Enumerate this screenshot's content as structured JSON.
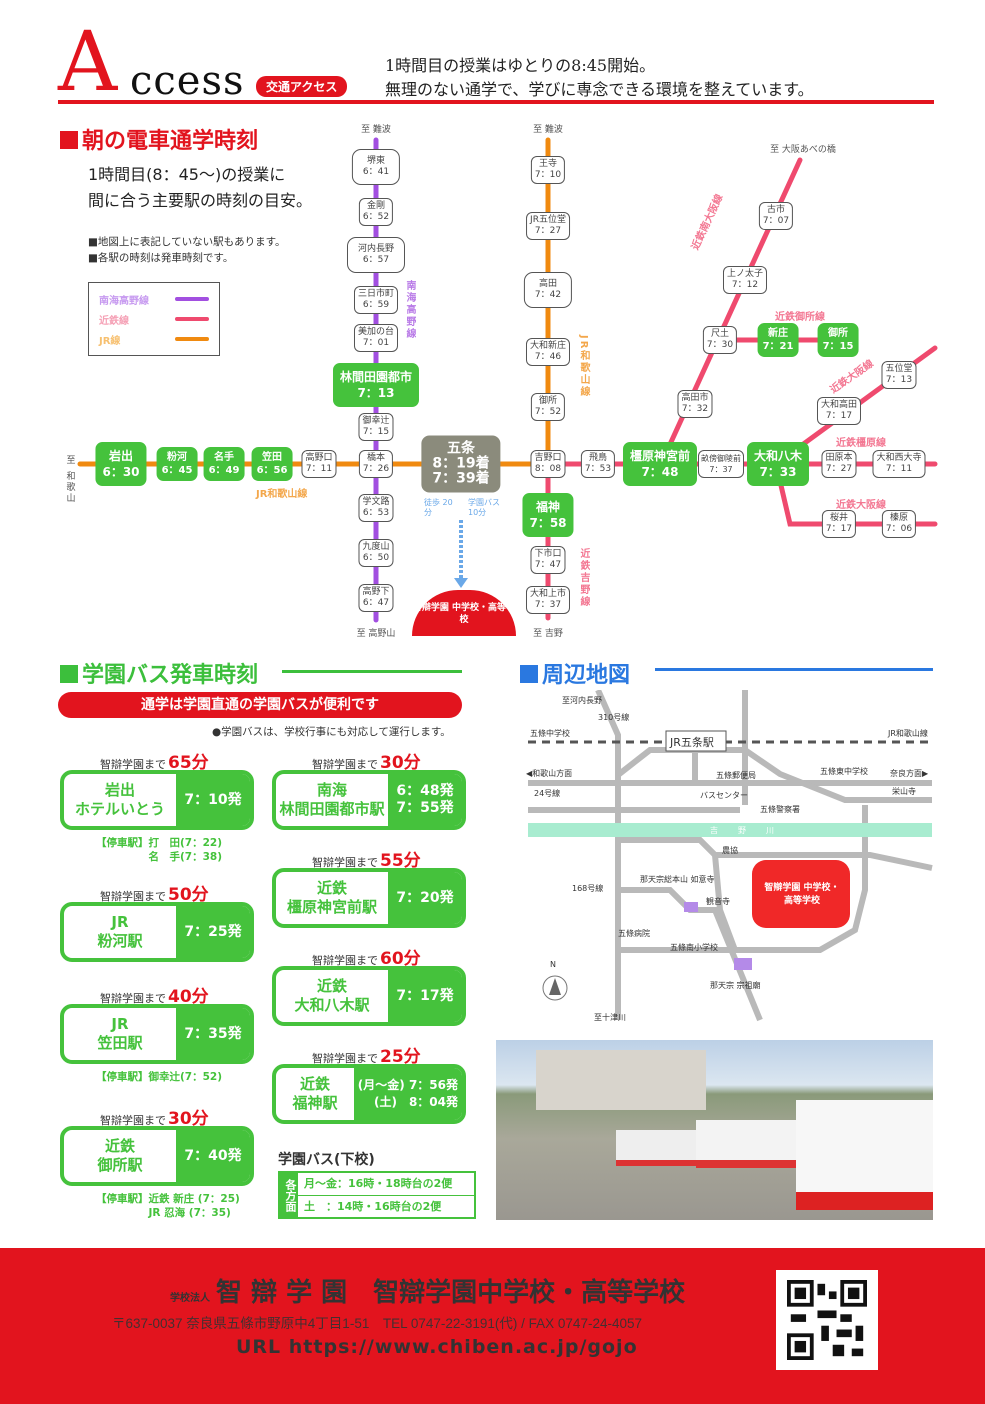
{
  "header": {
    "title_initial": "A",
    "title_rest": "ccess",
    "badge": "交通アクセス",
    "intro_line1": "1時間目の授業はゆとりの8:45開始。",
    "intro_line2": "無理のない通学で、学びに専念できる環境を整えています。"
  },
  "train": {
    "title": "朝の電車通学時刻",
    "desc_line1": "1時間目(8：45〜)の授業に",
    "desc_line2": "間に合う主要駅の時刻の目安。",
    "note1": "■地図上に表記していない駅もあります。",
    "note2": "■各駅の時刻は発車時刻です。",
    "legend": [
      {
        "label": "南海高野線",
        "color": "#a24fe0"
      },
      {
        "label": "近鉄線",
        "color": "#ef4a6e"
      },
      {
        "label": "JR線",
        "color": "#f08a10"
      }
    ],
    "destinations": [
      "至 難波",
      "至 難波",
      "至 大阪あべの橋",
      "至 和歌山",
      "至 高野山",
      "至 吉野"
    ],
    "line_labels": [
      "南海高野線",
      "JR和歌山線",
      "JR和歌山線",
      "近鉄南大阪線",
      "近鉄御所線",
      "近鉄大阪線",
      "近鉄橿原線",
      "近鉄大阪線",
      "近鉄吉野線"
    ],
    "stations": [
      {
        "name": "堺東",
        "time": "6：41"
      },
      {
        "name": "金剛",
        "time": "6：52"
      },
      {
        "name": "河内長野",
        "time": "6：57"
      },
      {
        "name": "三日市町",
        "time": "6：59"
      },
      {
        "name": "美加の台",
        "time": "7：01"
      },
      {
        "name": "林間田園都市",
        "time": "7：13"
      },
      {
        "name": "御幸辻",
        "time": "7：15"
      },
      {
        "name": "橋本",
        "time": "7：26"
      },
      {
        "name": "学文路",
        "time": "6：53"
      },
      {
        "name": "九度山",
        "time": "6：50"
      },
      {
        "name": "高野下",
        "time": "6：47"
      },
      {
        "name": "岩出",
        "time": "6：30"
      },
      {
        "name": "粉河",
        "time": "6：45"
      },
      {
        "name": "名手",
        "time": "6：49"
      },
      {
        "name": "笠田",
        "time": "6：56"
      },
      {
        "name": "高野口",
        "time": "7：11"
      },
      {
        "name": "吉野口",
        "time": "8：08"
      },
      {
        "name": "王寺",
        "time": "7：10"
      },
      {
        "name": "JR五位堂",
        "time": "7：27"
      },
      {
        "name": "高田",
        "time": "7：42"
      },
      {
        "name": "大和新庄",
        "time": "7：46"
      },
      {
        "name": "御所",
        "time": "7：52"
      },
      {
        "name": "福神",
        "time": "7：58"
      },
      {
        "name": "下市口",
        "time": "7：47"
      },
      {
        "name": "大和上市",
        "time": "7：37"
      },
      {
        "name": "飛鳥",
        "time": "7：53"
      },
      {
        "name": "橿原神宮前",
        "time": "7：48"
      },
      {
        "name": "畝傍御陵前",
        "time": "7：37"
      },
      {
        "name": "大和八木",
        "time": "7：33"
      },
      {
        "name": "田原本",
        "time": "7：27"
      },
      {
        "name": "大和西大寺",
        "time": "7：11"
      },
      {
        "name": "古市",
        "time": "7：07"
      },
      {
        "name": "上ノ太子",
        "time": "7：12"
      },
      {
        "name": "尺土",
        "time": "7：30"
      },
      {
        "name": "新庄",
        "time": "7：21"
      },
      {
        "name": "御所",
        "time": "7：15"
      },
      {
        "name": "高田市",
        "time": "7：32"
      },
      {
        "name": "大和高田",
        "time": "7：17"
      },
      {
        "name": "五位堂",
        "time": "7：13"
      },
      {
        "name": "桜井",
        "time": "7：17"
      },
      {
        "name": "榛原",
        "time": "7：06"
      }
    ],
    "gojo": {
      "name": "五条",
      "time1": "8：19着",
      "time2": "7：39着",
      "walk": "徒歩 20分",
      "bus": "学園バス 10分"
    },
    "school": "智辯学園 中学校・高等学校"
  },
  "bus": {
    "title": "学園バス発車時刻",
    "banner": "通学は学園直通の学園バスが便利です",
    "note": "●学園バスは、学校行事にも対応して運行します。",
    "dur_prefix": "智辯学園まで",
    "routes": [
      {
        "dur": "65分",
        "line1": "岩出",
        "line2": "ホテルいとう",
        "time1": "7：10発",
        "time2": "",
        "stops": "【停車駅】打　田(7：22)\n　　　　　名　手(7：38)"
      },
      {
        "dur": "50分",
        "line1": "JR",
        "line2": "粉河駅",
        "time1": "7：25発",
        "time2": "",
        "stops": ""
      },
      {
        "dur": "40分",
        "line1": "JR",
        "line2": "笠田駅",
        "time1": "7：35発",
        "time2": "",
        "stops": "【停車駅】御幸辻(7：52)"
      },
      {
        "dur": "30分",
        "line1": "近鉄",
        "line2": "御所駅",
        "time1": "7：40発",
        "time2": "",
        "stops": "【停車駅】近鉄 新庄 (7：25)\n　　　　　JR 忍海 (7：35)"
      },
      {
        "dur": "30分",
        "line1": "南海",
        "line2": "林間田園都市駅",
        "time1": "6：48発",
        "time2": "7：55発",
        "stops": ""
      },
      {
        "dur": "55分",
        "line1": "近鉄",
        "line2": "橿原神宮前駅",
        "time1": "7：20発",
        "time2": "",
        "stops": ""
      },
      {
        "dur": "60分",
        "line1": "近鉄",
        "line2": "大和八木駅",
        "time1": "7：17発",
        "time2": "",
        "stops": ""
      },
      {
        "dur": "25分",
        "line1": "近鉄",
        "line2": "福神駅",
        "time1": "(月〜金) 7：56発",
        "time2": "(土)　8：04発",
        "stops": ""
      }
    ],
    "return": {
      "title": "学園バス(下校)",
      "side": "各方面",
      "row1": "月〜金：16時・18時台の2便",
      "row2": "土　：14時・16時台の2便"
    }
  },
  "area": {
    "title": "周辺地図",
    "labels": [
      "至河内長野",
      "310号線",
      "五條中学校",
      "JR五条駅",
      "JR和歌山線",
      "◀和歌山方面",
      "五條郵便局",
      "五條東中学校",
      "奈良方面▶",
      "24号線",
      "バスセンター",
      "五條警察署",
      "栄山寺",
      "吉　野　川",
      "農協",
      "168号線",
      "那天宗総本山 如意寺",
      "観音寺",
      "五條病院",
      "五條南小学校",
      "那天宗 宗祖廟",
      "至十津川",
      "N"
    ],
    "school": "智辯学園 中学校・高等学校"
  },
  "footer": {
    "corp_prefix": "学校法人",
    "corp": "智 辯 学 園",
    "school": "智辯学園中学校・高等学校",
    "address": "〒637-0037 奈良県五條市野原中4丁目1-51　TEL 0747-22-3191(代) / FAX 0747-24-4057",
    "url": "URL https://www.chiben.ac.jp/gojo"
  },
  "colors": {
    "red": "#e2141e",
    "green": "#45c23c",
    "nankai": "#a24fe0",
    "kintetsu": "#ef4a6e",
    "jr": "#f08a10",
    "blue": "#2a78e0"
  }
}
